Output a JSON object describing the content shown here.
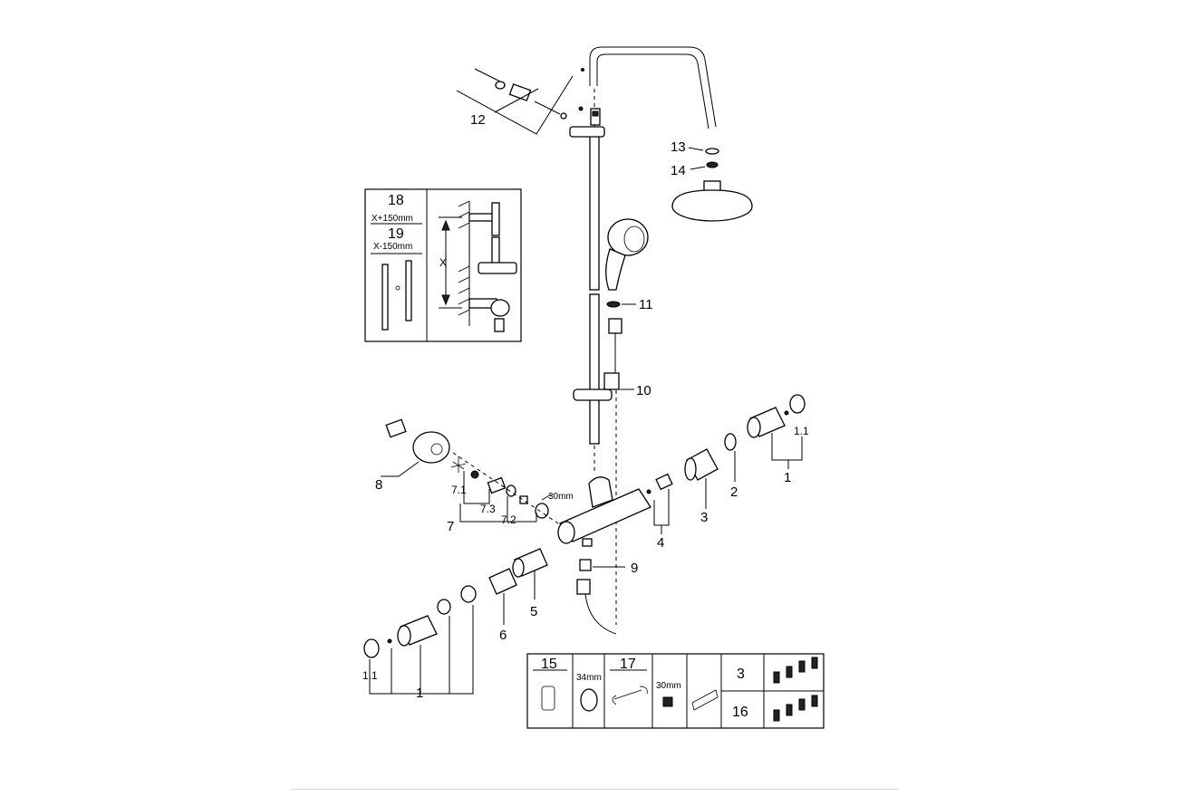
{
  "callouts": {
    "c1_right": "1",
    "c1_1_right": "1.1",
    "c2": "2",
    "c3": "3",
    "c4": "4",
    "c5": "5",
    "c6": "6",
    "c7": "7",
    "c7_1": "7.1",
    "c7_2": "7.2",
    "c7_3": "7.3",
    "c8": "8",
    "c9": "9",
    "c10": "10",
    "c11": "11",
    "c12": "12",
    "c13": "13",
    "c14": "14",
    "c1_left": "1",
    "c1_1_left": "1.1",
    "dim_30mm": "30mm"
  },
  "inset_rail": {
    "label_18": "18",
    "dim_18": "X+150mm",
    "label_19": "19",
    "dim_19": "X-150mm",
    "x_label": "X"
  },
  "accessory_table": {
    "label_15": "15",
    "dim_34mm": "34mm",
    "label_17": "17",
    "dim_30mm": "30mm",
    "label_3": "3",
    "label_16": "16"
  }
}
